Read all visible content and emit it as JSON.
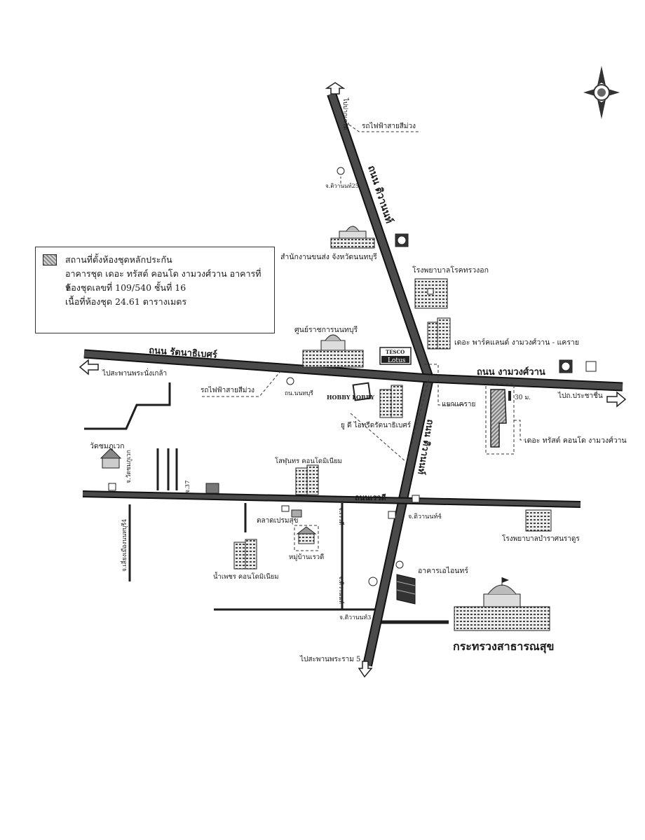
{
  "legend": {
    "title": "สถานที่ตั้งห้องชุดหลักประกัน",
    "line1": "อาคารชุด เดอะ ทรัสต์ คอนโด งามวงศ์วาน อาคารที่ 1",
    "line2": "ห้องชุดเลขที่ 109/540 ชั้นที่ 16",
    "line3": "เนื้อที่ห้องชุด 24.61 ตารางเมตร"
  },
  "roads": {
    "tiwanon_north": "ถนน ติวานนท์",
    "tiwanon_south": "ถนน ติวานนท์",
    "rattanathibet": "ถนน รัตนาธิเบศร์",
    "ngamwongwan": "ถนน งามวงศ์วาน",
    "rewadi": "ถนนเรวดี"
  },
  "directions": {
    "to_pakkret": "ไปปากเกร็ด",
    "to_phra_nang_klao": "ไปสะพานพระนั่งเกล้า",
    "to_prachachuen": "ไปถ.ประชาชื่น",
    "to_rama5_bridge": "ไปสะพานพระราม 5"
  },
  "labels": {
    "purple_line_1": "รถไฟฟ้าสายสีม่วง",
    "purple_line_2": "รถไฟฟ้าสายสีม่วง",
    "soi_tiwanon25": "จ.ติวานนท์25",
    "transport_office": "สำนักงานขนส่ง จังหวัดนนทบุรี",
    "chest_hospital": "โรงพยาบาลโรคทรวงอก",
    "park_condo": "เดอะ พาร์คแลนด์ งามวงศ์วาน - แคราย",
    "nonthaburi_center": "ศูนย์ราชการนนทบุรี",
    "tesco": "TESCO",
    "lotus": "Lotus",
    "hobby_lobby": "HOBBY LOBBY",
    "ud_town": "ยู ดี ไอทรีดรัตนาธิเบศร์",
    "nonthaburi_station": "ถน.นนทบุรี",
    "kaerai_junction": "แยกแคราย",
    "distance": "30 ม.",
    "trust_condo": "เดอะ ทรัสต์ คอนโด งามวงศ์วาน",
    "wat_bot": "วัดชมภูเวก",
    "soi_watbot": "จ.วัดชมภูเวก",
    "soi_37": "จ.37",
    "soi_naknivas": "จ.เลี่ยงเมืองนนทบุรี4",
    "sasunthorn": "โสฬุนทร คอนโดมิเนียม",
    "rewadi_market": "ตลาดเปรมสุข",
    "rewadi_village": "หมู่บ้านเรวดี",
    "nongrob_condo": "น้ำเพชร คอนโดมิเนียม",
    "soi_tiwanon4": "จ.ติวานนท์4",
    "soi_rewadi": "จ.เรวดี",
    "soi_tiwanon_mid": "จ.ติวานนท์",
    "soi_tiwanon3": "จ.ติวานนท์3",
    "bamrasnaradura": "โรงพยาบาลบำราศนราดูร",
    "ie_building": "อาคารเอไอนทร์",
    "ministry": "กระทรวงสาธารณสุข"
  },
  "colors": {
    "main_road": "#2e2e2e",
    "main_road_edge": "#111111",
    "minor_road": "#1e1e1e",
    "hatch": "#8a8a8a"
  }
}
